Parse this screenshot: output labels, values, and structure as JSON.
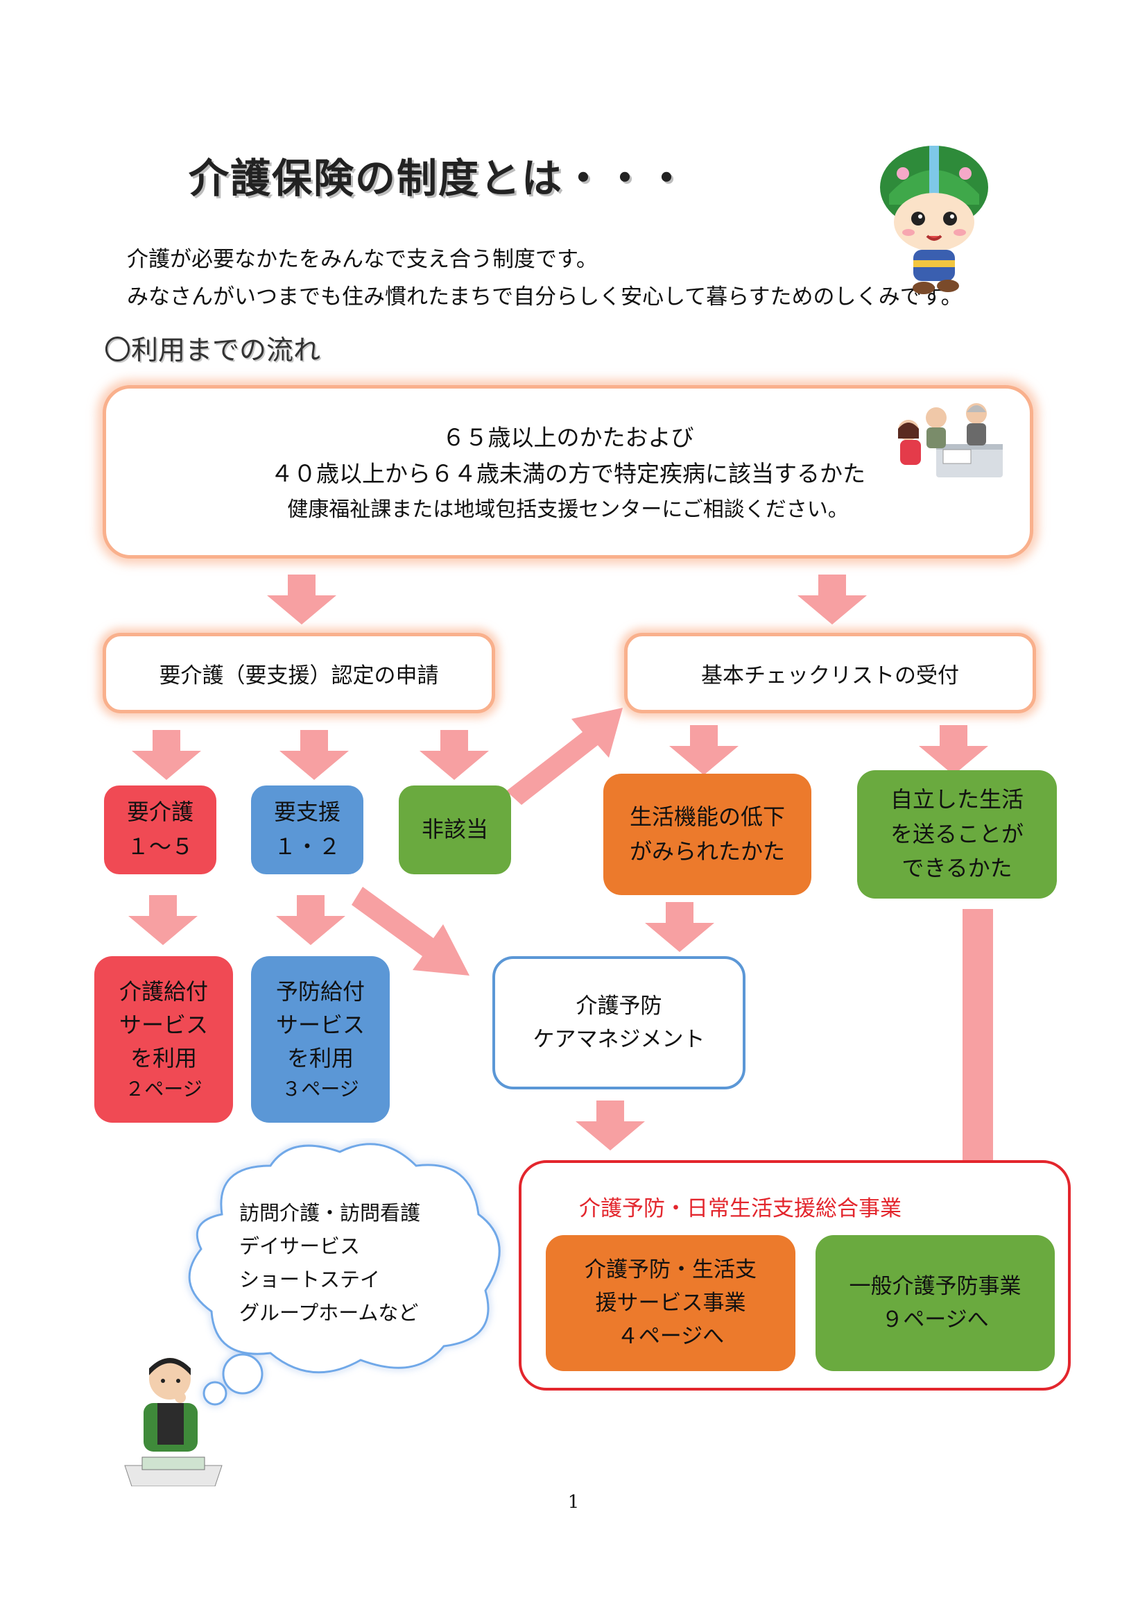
{
  "title": "介護保険の制度とは・・・",
  "intro": {
    "line1": "介護が必要なかたをみんなで支え合う制度です。",
    "line2": "みなさんがいつまでも住み慣れたまちで自分らしく安心して暮らすためのしくみです。"
  },
  "section_heading": "〇利用までの流れ",
  "top_box": {
    "line1": "６５歳以上のかたおよび",
    "line2": "４０歳以上から６４歳未満の方で特定疾病に該当するかた",
    "line3": "健康福祉課または地域包括支援センターにご相談ください。"
  },
  "application_box": "要介護（要支援）認定の申請",
  "checklist_box": "基本チェックリストの受付",
  "care_box": {
    "line1": "要介護",
    "line2": "１～５"
  },
  "support_box": {
    "line1": "要支援",
    "line2": "１・２"
  },
  "not_applicable_box": "非該当",
  "decline_box": {
    "line1": "生活機能の低下",
    "line2": "がみられたかた"
  },
  "independent_box": {
    "line1": "自立した生活",
    "line2": "を送ることが",
    "line3": "できるかた"
  },
  "care_benefit_box": {
    "line1": "介護給付",
    "line2": "サービス",
    "line3": "を利用",
    "page": "２ページ"
  },
  "prevention_benefit_box": {
    "line1": "予防給付",
    "line2": "サービス",
    "line3": "を利用",
    "page": "３ページ"
  },
  "care_management_box": {
    "line1": "介護予防",
    "line2": "ケアマネジメント"
  },
  "cloud_items": [
    "訪問介護・訪問看護",
    "デイサービス",
    "ショートステイ",
    "グループホームなど"
  ],
  "comprehensive": {
    "title": "介護予防・日常生活支援総合事業",
    "service_box": {
      "line1": "介護予防・生活支",
      "line2": "援サービス事業",
      "line3": "４ページへ"
    },
    "general_box": {
      "line1": "一般介護予防事業",
      "line2": "９ページへ"
    }
  },
  "page_number": "1",
  "colors": {
    "arrow": "#f7a0a2",
    "red": "#f04a54",
    "blue": "#5b97d6",
    "green": "#6aaa3f",
    "orange": "#ec7a2c",
    "frame_red": "#e3262d",
    "glow": "#f9b08c"
  },
  "illustrations": [
    "mascot-character",
    "consultation-scene",
    "thinking-man-with-tablet"
  ]
}
